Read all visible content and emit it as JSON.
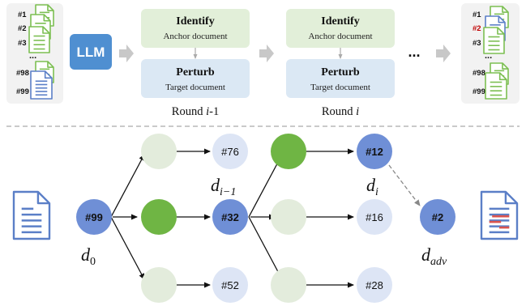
{
  "pipeline": {
    "initial_ranking": [
      "#1",
      "#2",
      "#3",
      "...",
      "#98",
      "#99"
    ],
    "llm_label": "LLM",
    "ellipsis": "...",
    "final_ranking": [
      "#1",
      "#2",
      "#3",
      "#98",
      "#99"
    ],
    "final_ellipsis": "...",
    "rounds": [
      {
        "identify_title": "Identify",
        "identify_sub": "Anchor document",
        "perturb_title": "Perturb",
        "perturb_sub": "Target document",
        "label_prefix": "Round ",
        "label_var": "i",
        "label_suffix": "-1"
      },
      {
        "identify_title": "Identify",
        "identify_sub": "Anchor document",
        "perturb_title": "Perturb",
        "perturb_sub": "Target document",
        "label_prefix": "Round ",
        "label_var": "i",
        "label_suffix": ""
      }
    ]
  },
  "tree": {
    "start_node": "#99",
    "layer1_targets": [
      "#76",
      "#32",
      "#52"
    ],
    "layer2_targets": [
      "#12",
      "#16",
      "#28"
    ],
    "final_node": "#2",
    "labels": {
      "d0_base": "d",
      "d0_sub": "0",
      "dim1_base": "d",
      "dim1_sub": "i−1",
      "di_base": "d",
      "di_sub": "i",
      "dadv_base": "d",
      "dadv_sub": "adv"
    }
  },
  "colors": {
    "doc_green": "#7cbf52",
    "doc_blue": "#5b7fc7",
    "node_blue": "#6f8fd6",
    "node_lightblue": "#dde5f5",
    "node_green": "#6fb544",
    "node_lightgreen": "#e3ecdc",
    "identify_box": "#e2efd9",
    "perturb_box": "#dbe8f4",
    "llm_box": "#4f8fd1",
    "rank_highlight": "#c00000"
  }
}
